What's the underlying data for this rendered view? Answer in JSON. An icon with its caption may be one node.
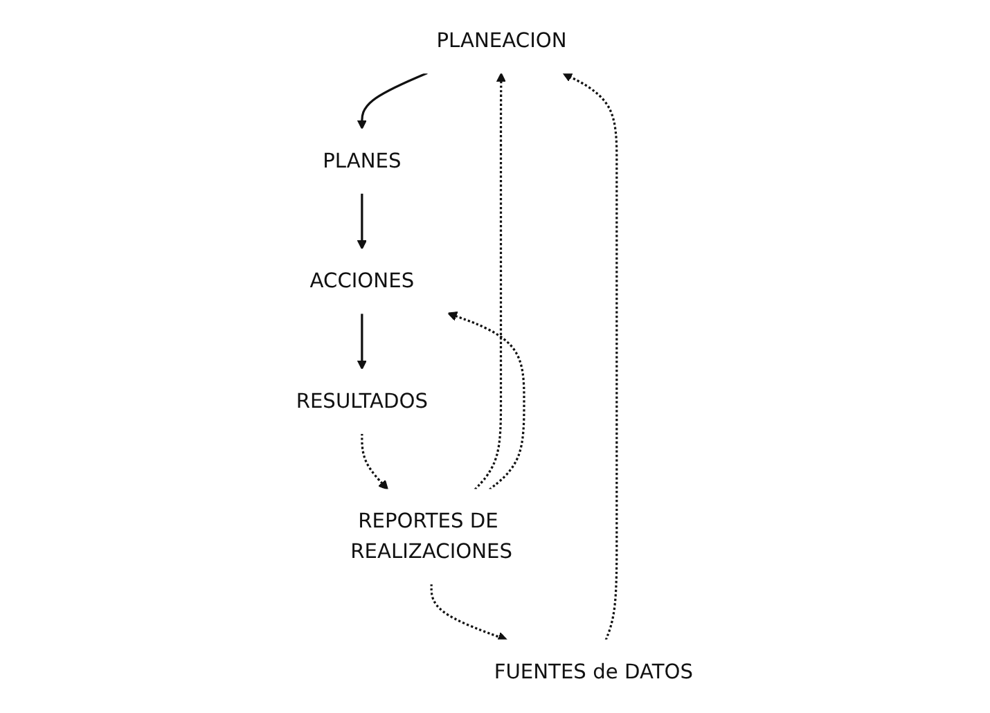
{
  "diagram": {
    "nodes": [
      {
        "text": [
          "PLANEACION"
        ]
      },
      {
        "text": [
          "FUENTES de DATOS"
        ]
      },
      {
        "text": [
          "PLANES"
        ]
      },
      {
        "text": [
          "ACCIONES"
        ]
      },
      {
        "text": [
          "RESULTADOS"
        ]
      },
      {
        "text": [
          "REPORTES DE REALIZACIONES"
        ]
      }
    ],
    "edges": [
      {
        "from": 1,
        "to": 0,
        "arrow": "to",
        "style": "dashed"
      },
      {
        "from": 0,
        "to": 2,
        "arrow": "to"
      },
      {
        "from": 2,
        "to": 3,
        "arrow": "to"
      },
      {
        "from": 3,
        "to": 4,
        "arrow": "to"
      },
      {
        "from": 4,
        "to": 5,
        "arrow": "to",
        "style": "dashed"
      },
      {
        "from": 5,
        "to": 1,
        "arrow": "to",
        "style": "dashed"
      },
      {
        "from": 5,
        "to": 0,
        "arrow": "to",
        "style": "dashed"
      },
      {
        "from": 5,
        "to": 3,
        "arrow": "to",
        "style": "dashed"
      }
    ]
  }
}
